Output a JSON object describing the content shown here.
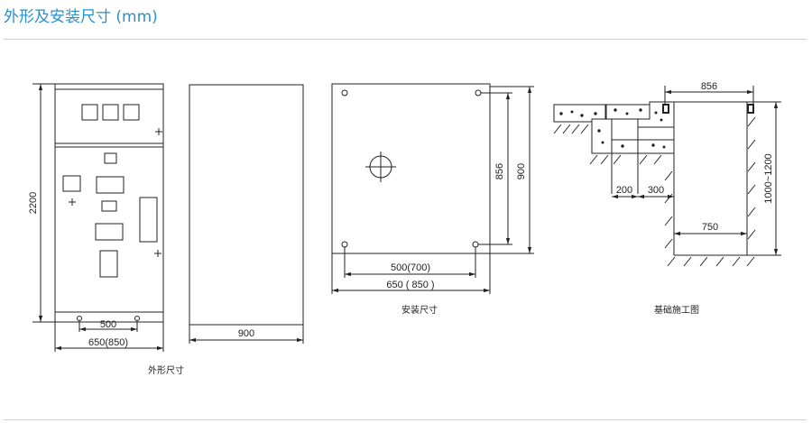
{
  "header": {
    "title": "外形及安装尺寸 (mm)"
  },
  "outline_view": {
    "caption": "外形尺寸",
    "height_label": "2200",
    "hole_spacing_label": "500",
    "width_label": "650(850)",
    "depth_label": "900"
  },
  "installation_view": {
    "caption": "安装尺寸",
    "inner_height_label": "856",
    "outer_height_label": "900",
    "hole_spacing_label": "500(700)",
    "width_label": "650 ( 850 )"
  },
  "foundation_view": {
    "caption": "基础施工图",
    "top_width_label": "856",
    "depth_label": "1000~1200",
    "pit_width_label": "750",
    "step1_label": "200",
    "step2_label": "300"
  },
  "colors": {
    "accent": "#2a8fd0",
    "divider": "#a8dcf0"
  }
}
